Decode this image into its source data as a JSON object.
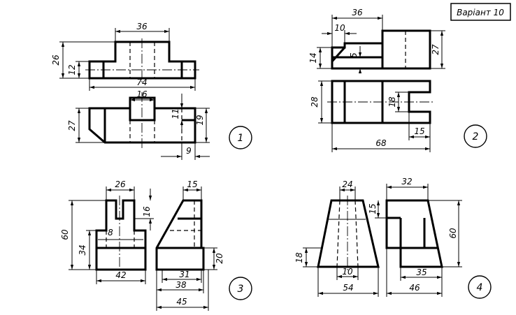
{
  "variant_label": "Варіант 10",
  "tasks": [
    {
      "number": "1",
      "dims": {
        "top_width": "36",
        "total_height": "26",
        "step_height": "12",
        "total_width": "74",
        "slot_width": "16",
        "front_height": "27",
        "slot_depth": "11",
        "right_height": "19",
        "right_offset": "9"
      }
    },
    {
      "number": "2",
      "dims": {
        "top_width": "36",
        "chamfer": "10",
        "left_height": "14",
        "step": "5",
        "right_height": "27",
        "front_height": "28",
        "slot_height": "18",
        "slot_depth": "15",
        "total_width": "68"
      }
    },
    {
      "number": "3",
      "dims": {
        "top_width": "26",
        "top_height": "16",
        "total_height": "60",
        "inner_width": "8",
        "middle_height": "34",
        "base_width": "42",
        "side_top": "15",
        "base_height": "20",
        "side_31": "31",
        "side_38": "38",
        "side_45": "45"
      }
    },
    {
      "number": "4",
      "dims": {
        "top_width": "24",
        "side_top": "32",
        "step_height": "15",
        "total_height": "60",
        "base_height": "18",
        "inner": "10",
        "base_width": "54",
        "side_35": "35",
        "side_46": "46"
      }
    }
  ]
}
